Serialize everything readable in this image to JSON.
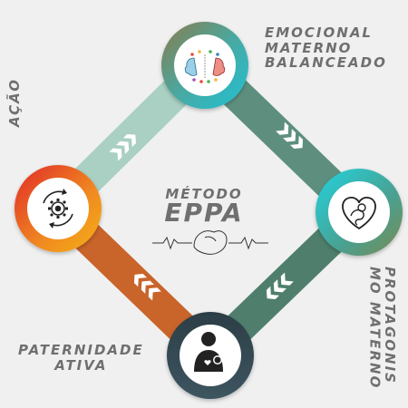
{
  "labels": {
    "emocional": [
      "EMOCIONAL",
      "MATERNO",
      "BALANCEADO"
    ],
    "acao": "AÇÃO",
    "paternidade": [
      "PATERNIDADE",
      "ATIVA"
    ],
    "protagonismo": [
      "PROTAGONIS",
      "MO MATERNO"
    ]
  },
  "center": {
    "title_line1": "MÉTODO",
    "title_line2": "EPPA"
  },
  "icons": {
    "top": "brain-balance-icon",
    "left": "gear-cycle-icon",
    "right": "heart-baby-icon",
    "bottom": "father-holding-baby-icon",
    "center": "heartbeat-pregnancy-icon"
  },
  "colors": {
    "background": "#f0f0f0",
    "edge_top_left": "#a9d0c2",
    "edge_top_right": "#5e8f7e",
    "edge_bottom_left": "#c9642a",
    "edge_bottom_right": "#4f7f6c",
    "label_text": "#6f6f6f"
  }
}
